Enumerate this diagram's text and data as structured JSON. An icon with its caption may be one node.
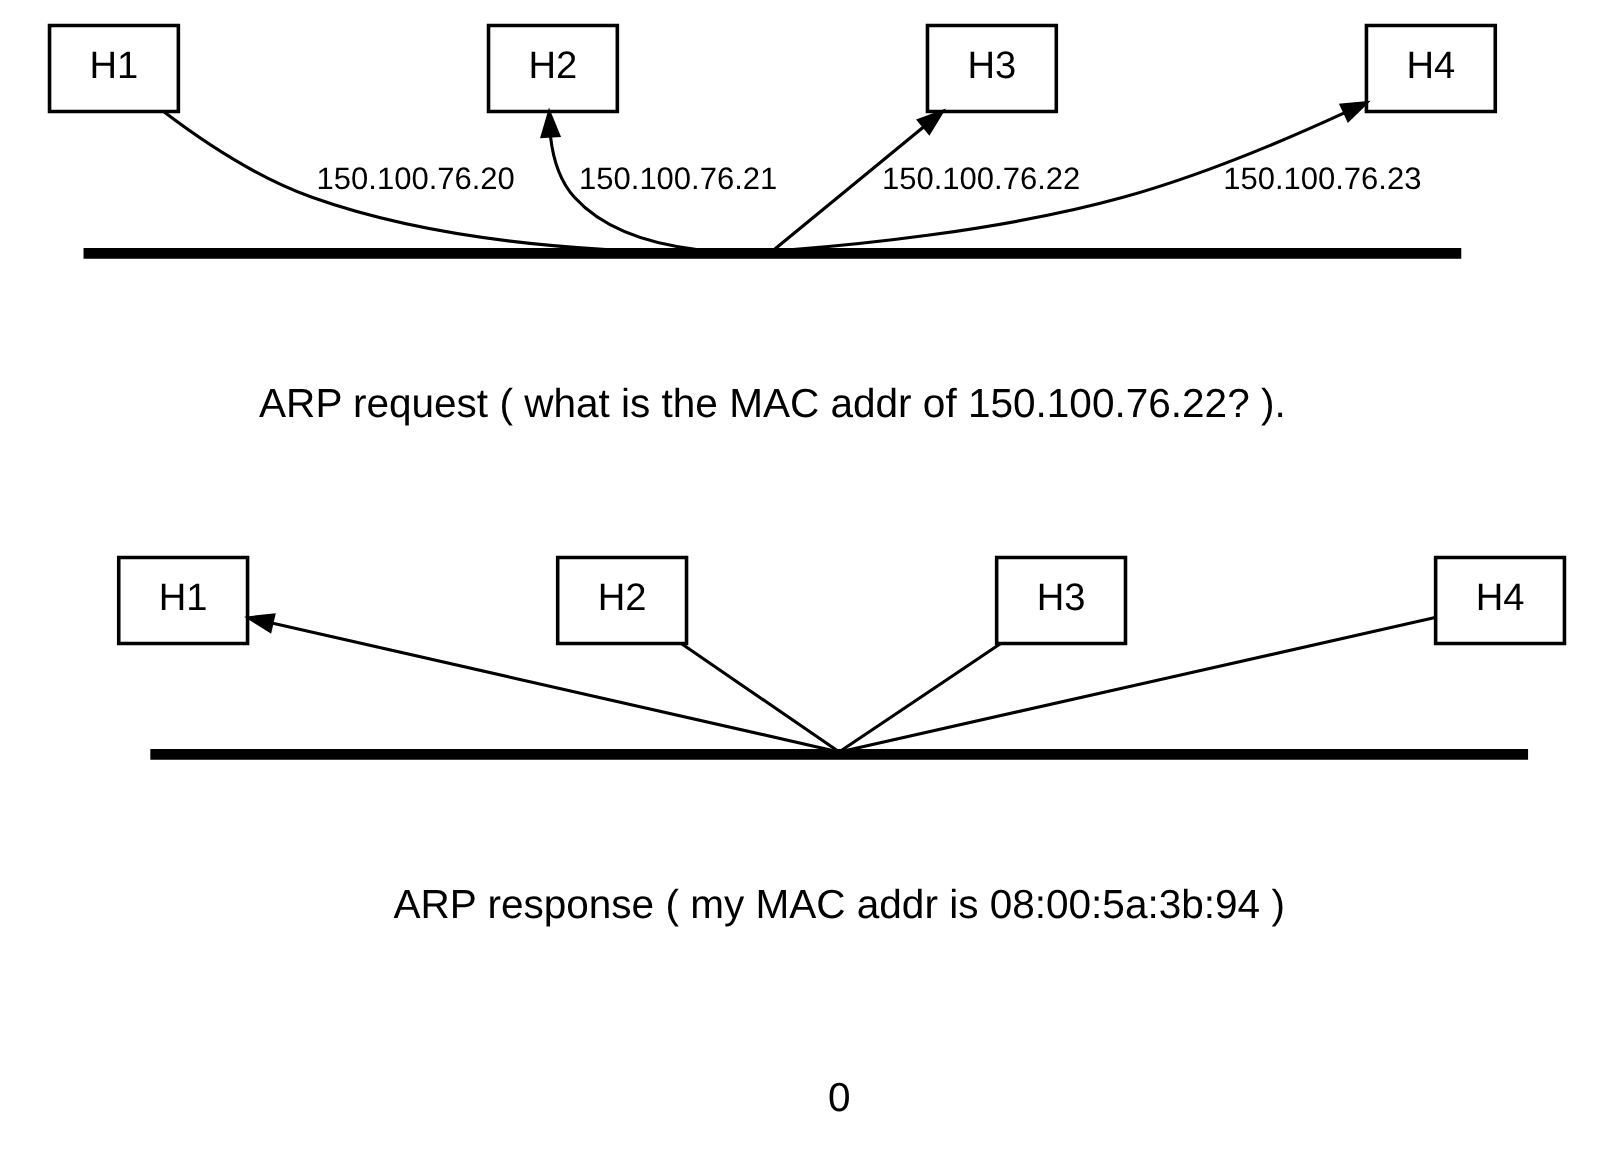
{
  "diagram": {
    "nodes": [
      {
        "text": [
          "H1"
        ]
      },
      {
        "text": [
          "H2"
        ]
      },
      {
        "text": [
          "H3"
        ]
      },
      {
        "text": [
          "H4"
        ]
      },
      {
        "text": [],
        "shape": "bar"
      },
      {
        "text": [
          "H1"
        ]
      },
      {
        "text": [
          "H2"
        ]
      },
      {
        "text": [
          "H3"
        ]
      },
      {
        "text": [
          "H4"
        ]
      },
      {
        "text": [],
        "shape": "bar"
      }
    ],
    "edges": [
      {
        "from": 4,
        "to": 0,
        "arrow": "none",
        "label": "150.100.76.20"
      },
      {
        "from": 4,
        "to": 1,
        "arrow": "to",
        "label": "150.100.76.21"
      },
      {
        "from": 4,
        "to": 2,
        "arrow": "to",
        "label": "150.100.76.22"
      },
      {
        "from": 4,
        "to": 3,
        "arrow": "to",
        "label": "150.100.76.23"
      },
      {
        "from": 9,
        "to": 5,
        "arrow": "to"
      },
      {
        "from": 9,
        "to": 6,
        "arrow": "none"
      },
      {
        "from": 9,
        "to": 7,
        "arrow": "none"
      },
      {
        "from": 9,
        "to": 8,
        "arrow": "none"
      }
    ],
    "labels": [
      "ARP request ( what is the MAC addr of 150.100.76.22? ).",
      "ARP response ( my MAC addr is 08:00:5a:3b:94 )",
      "0"
    ]
  }
}
